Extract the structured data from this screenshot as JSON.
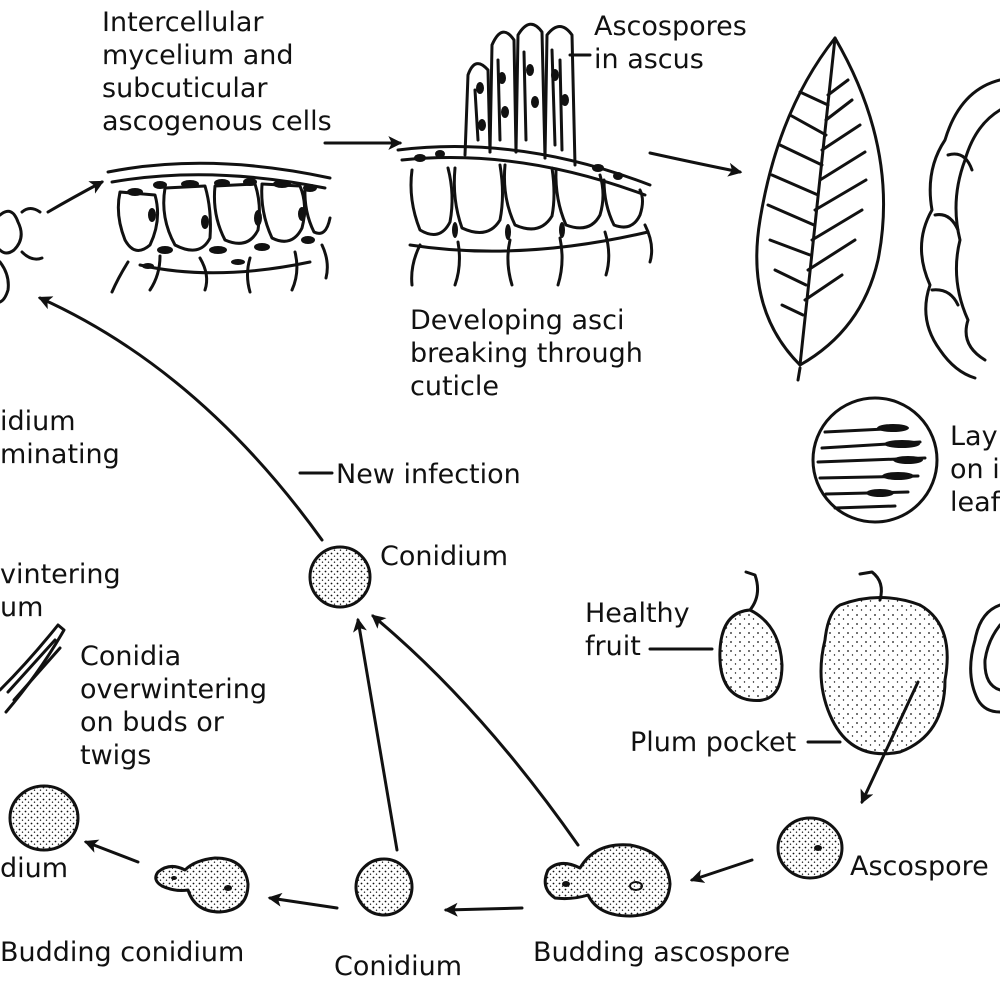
{
  "labels": {
    "intercellular": [
      "Intercellular",
      "mycelium and",
      "subcuticular",
      "ascogenous cells"
    ],
    "ascospores_in_ascus": [
      "Ascospores",
      "in ascus"
    ],
    "developing_asci": [
      "Developing asci",
      "breaking through",
      "cuticle"
    ],
    "conidium_germinating": [
      "idium",
      "minating"
    ],
    "new_infection": "New infection",
    "conidium_top": "Conidium",
    "layer": [
      "Lay",
      "on i",
      "leaf"
    ],
    "overwintering": [
      "vintering",
      "um"
    ],
    "conidia_overwintering": [
      "Conidia",
      "overwintering",
      "on buds or",
      "twigs"
    ],
    "healthy_fruit": [
      "Healthy",
      "fruit"
    ],
    "plum_pocket": "Plum pocket",
    "conidium_left": "dium",
    "ascospore": "Ascospore",
    "budding_conidium": "Budding conidium",
    "conidium_bottom": "Conidium",
    "budding_ascospore": "Budding ascospore"
  },
  "colors": {
    "ink": "#111111",
    "paper": "#ffffff"
  }
}
